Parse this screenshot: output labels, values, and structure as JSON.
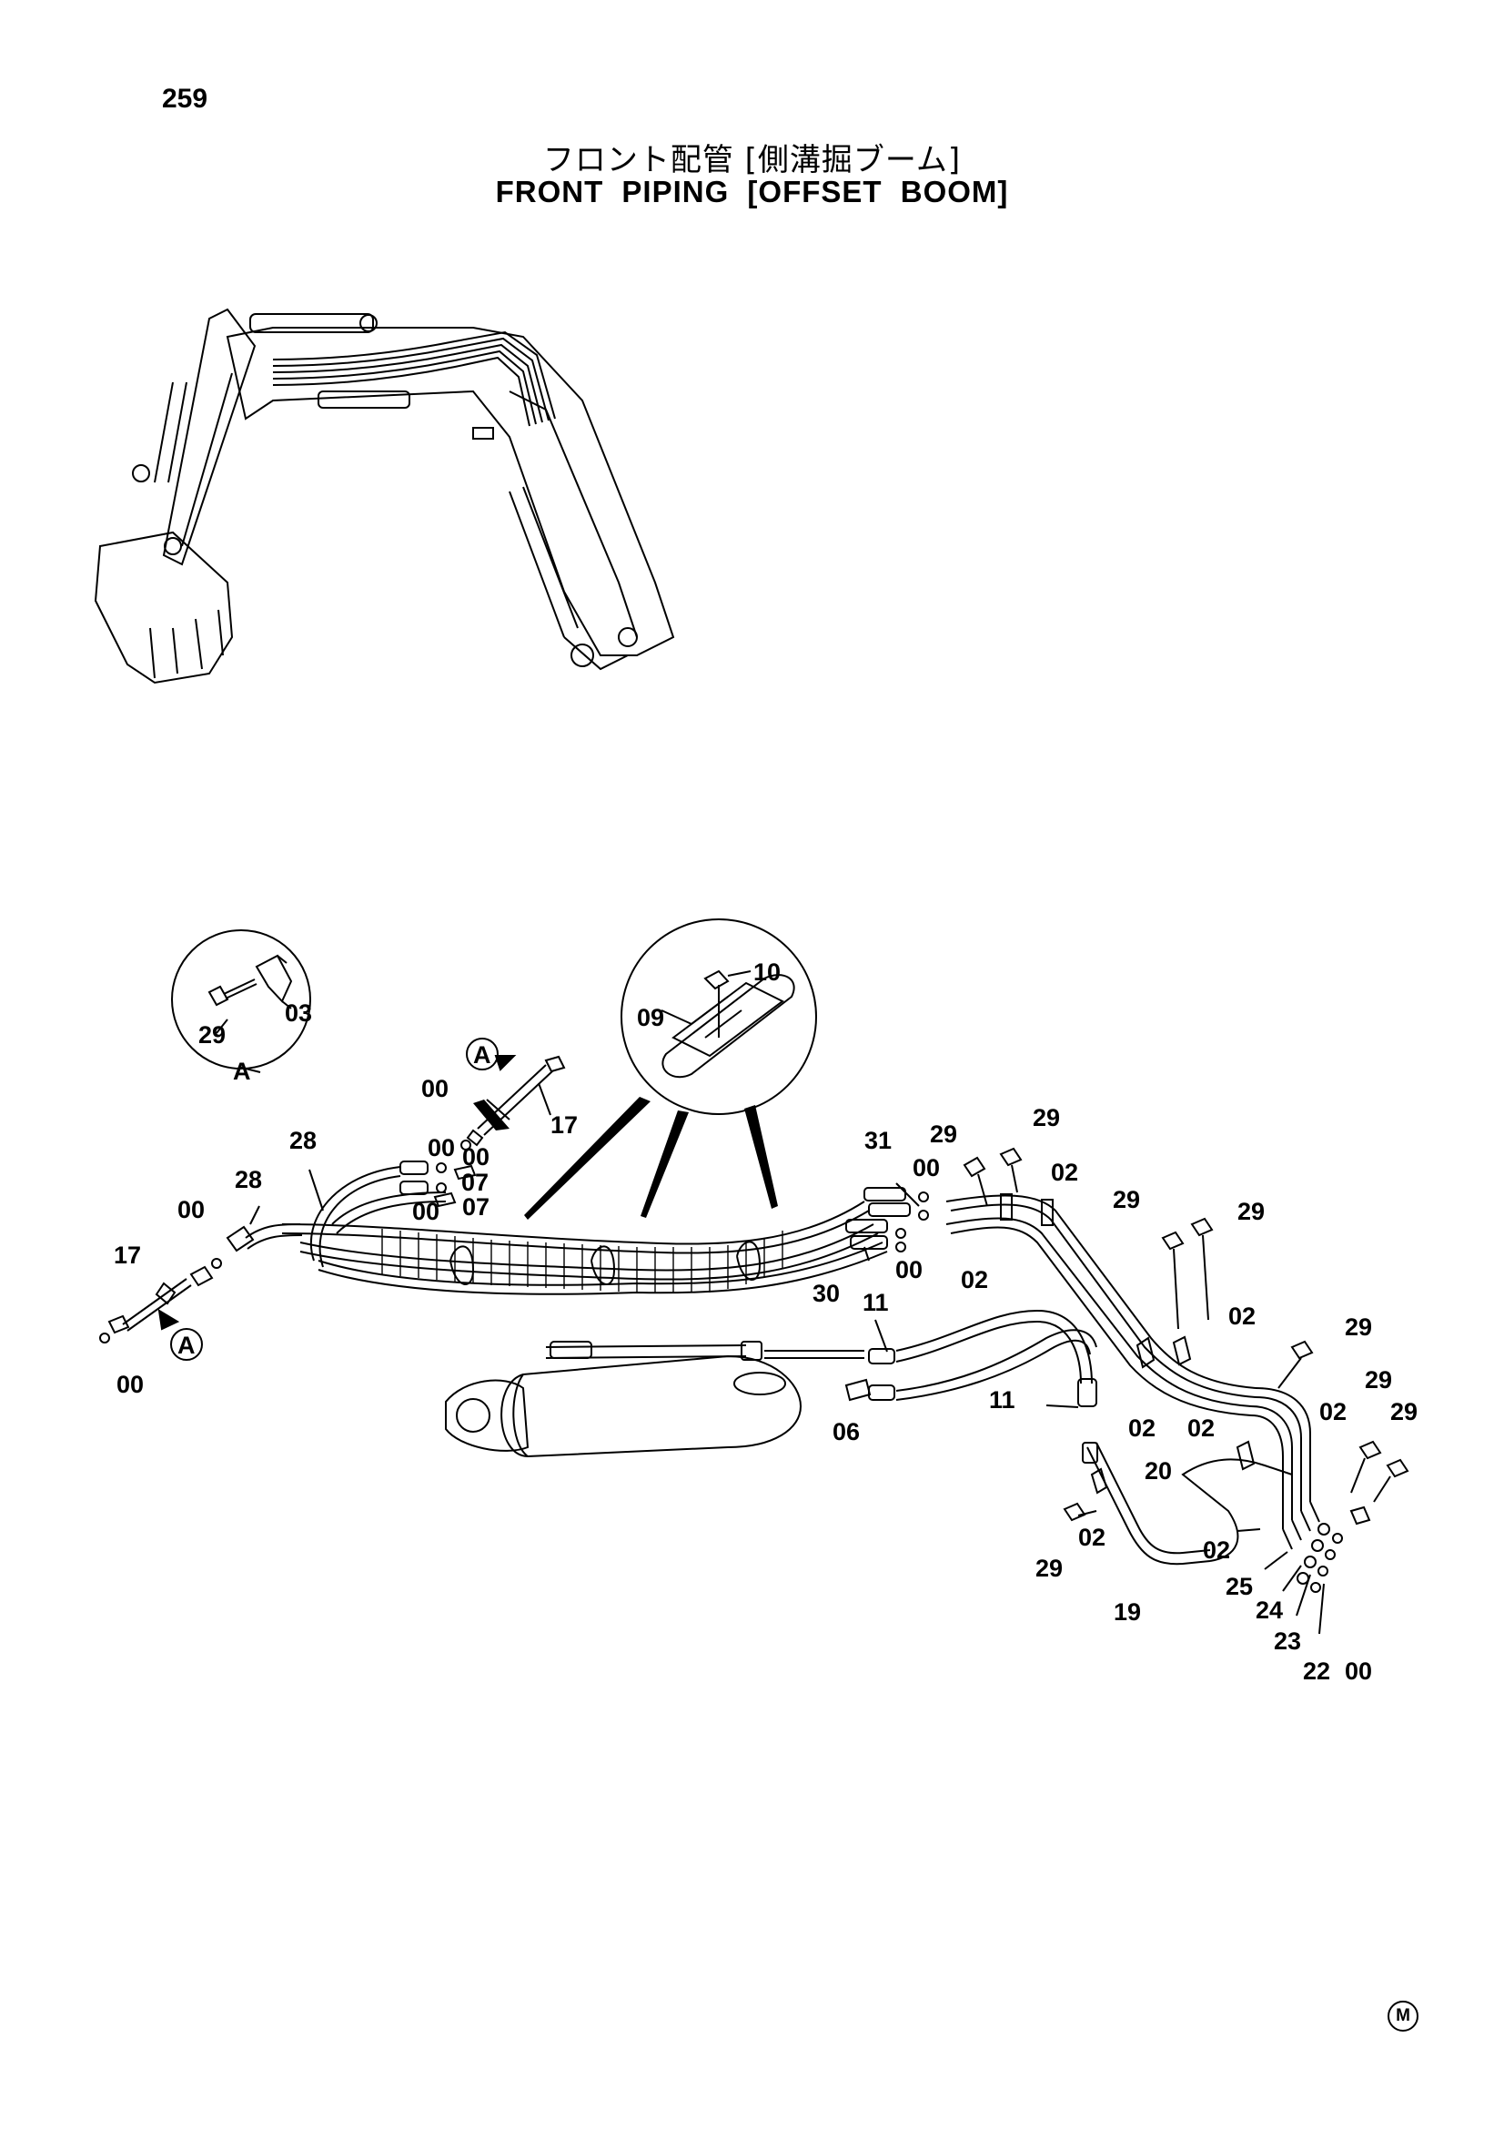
{
  "page": {
    "number": "259",
    "title_jp": "フロント配管 [側溝掘ブーム]",
    "title_en": "FRONT PIPING [OFFSET BOOM]",
    "mark": "M"
  },
  "callouts": {
    "detail_a": {
      "bolt": "29",
      "clamp": "03",
      "view": "A"
    },
    "detail_b": {
      "bolt": "10",
      "bracket": "09"
    },
    "main": [
      "A",
      "00",
      "17",
      "00",
      "00",
      "28",
      "07",
      "00",
      "07",
      "28",
      "00",
      "17",
      "A",
      "00",
      "31",
      "29",
      "29",
      "00",
      "02",
      "00",
      "30",
      "11",
      "02",
      "29",
      "29",
      "02",
      "06",
      "11",
      "29",
      "02",
      "02",
      "02",
      "29",
      "29",
      "20",
      "02",
      "29",
      "02",
      "19",
      "25",
      "24",
      "23",
      "22",
      "00"
    ]
  }
}
